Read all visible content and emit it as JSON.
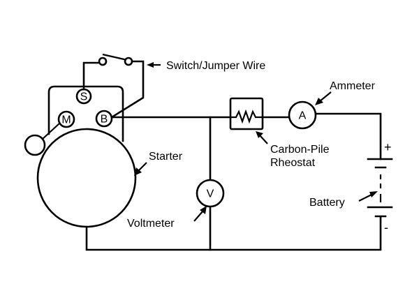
{
  "diagram": {
    "title": "Starter current draw test circuit",
    "components": {
      "starter": {
        "label": "Starter",
        "terminals": {
          "s": "S",
          "m": "M",
          "b": "B"
        }
      },
      "switch": {
        "label": "Switch/Jumper Wire"
      },
      "rheostat": {
        "label_line1": "Carbon-Pile",
        "label_line2": "Rheostat"
      },
      "ammeter": {
        "label": "Ammeter",
        "symbol": "A"
      },
      "voltmeter": {
        "label": "Voltmeter",
        "symbol": "V"
      },
      "battery": {
        "label": "Battery",
        "positive": "+",
        "negative": "-"
      }
    }
  }
}
